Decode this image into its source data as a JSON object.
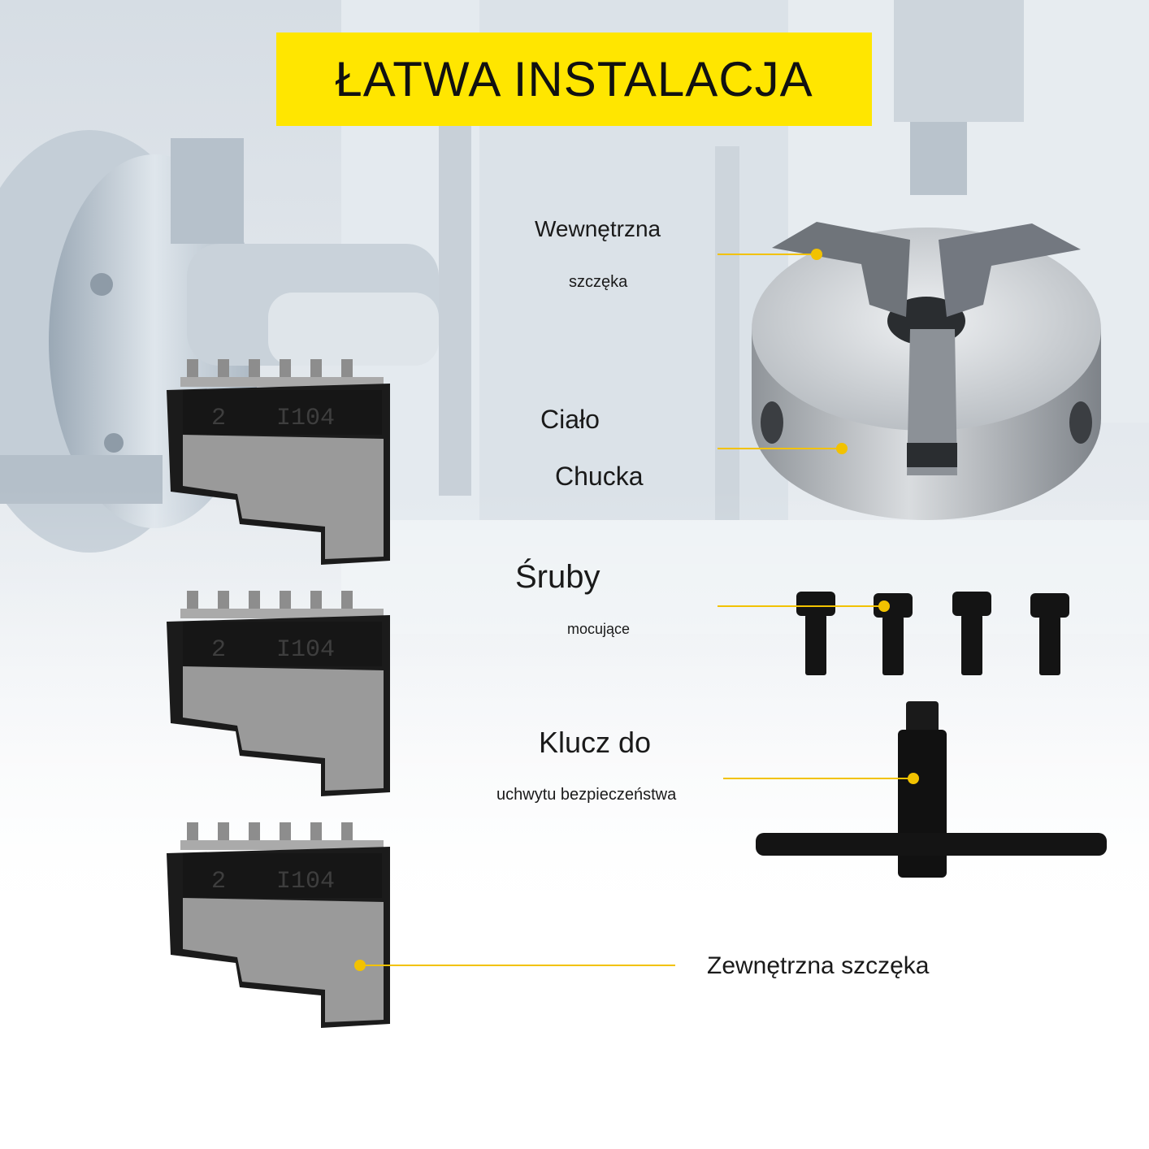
{
  "banner": {
    "title": "ŁATWA INSTALACJA"
  },
  "labels": {
    "inner_jaw_1": "Wewnętrzna",
    "inner_jaw_2": "szczęka",
    "body_1": "Ciało",
    "body_2": "Chucka",
    "screws_1": "Śruby",
    "screws_2": "mocujące",
    "key_1": "Klucz do",
    "key_2": "uchwytu bezpieczeństwa",
    "outer_jaw": "Zewnętrzna szczęka"
  },
  "jaw_marking": {
    "number": "2",
    "code": "I104"
  },
  "colors": {
    "banner": "#ffe600",
    "leader": "#f2c200",
    "text": "#1a1a1a"
  }
}
